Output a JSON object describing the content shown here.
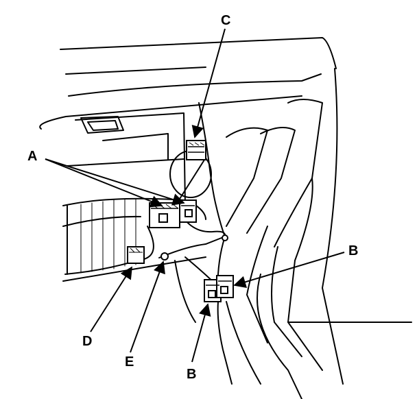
{
  "diagram": {
    "callouts": {
      "a": "A",
      "b_top": "B",
      "b_bottom": "B",
      "c": "C",
      "d": "D",
      "e": "E"
    },
    "colors": {
      "ink": "#000000",
      "paper": "#ffffff"
    }
  }
}
